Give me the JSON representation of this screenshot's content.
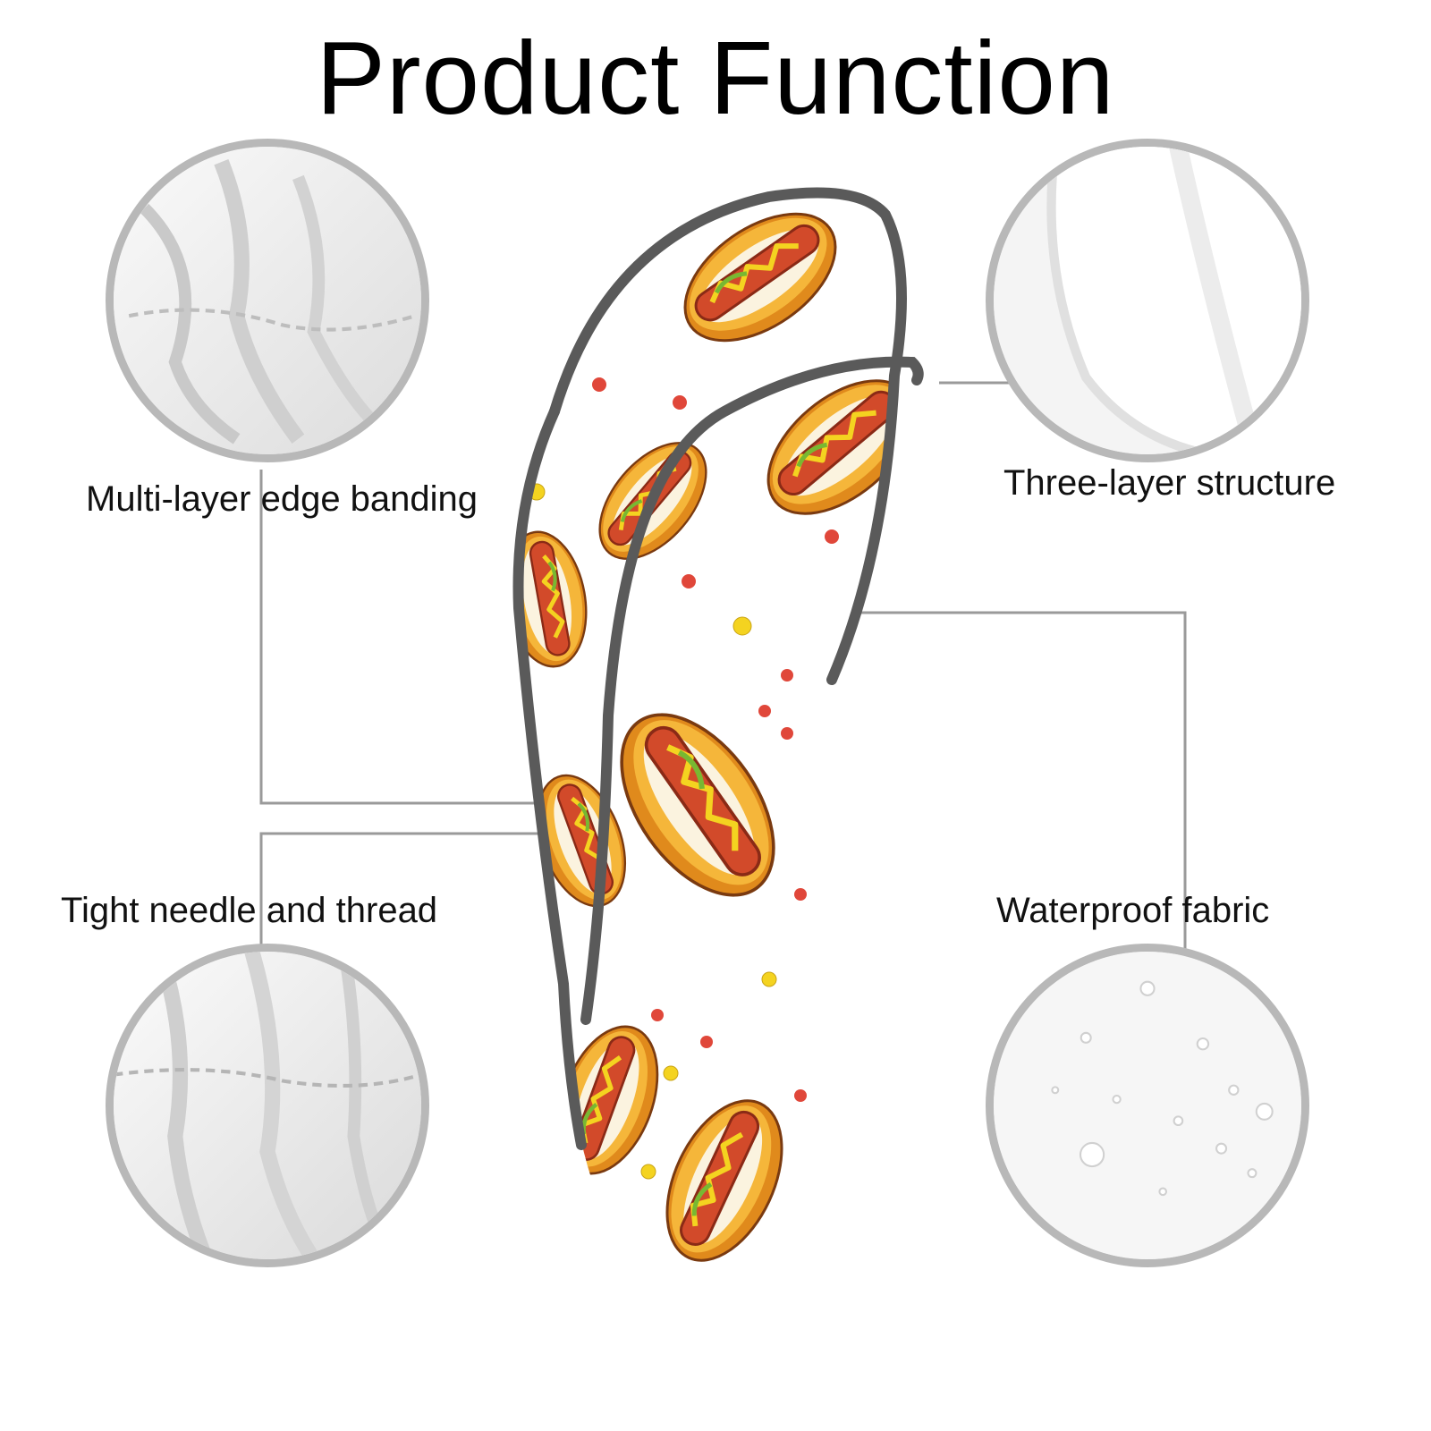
{
  "title": "Product Function",
  "features": [
    {
      "label": "Multi-layer edge banding"
    },
    {
      "label": "Three-layer structure"
    },
    {
      "label": "Tight needle and thread"
    },
    {
      "label": "Waterproof fabric"
    }
  ],
  "colors": {
    "circle_border": "#b8b8b8",
    "connector": "#9a9a9a",
    "edge_band": "#5a5a5a",
    "bun": "#f2a531",
    "sausage": "#d9482b",
    "mustard": "#f4d320",
    "relish": "#78b832"
  },
  "icons": {
    "top_left": "fabric-wrinkle-detail-image",
    "top_right": "layered-edge-detail-image",
    "bottom_left": "stitch-detail-image",
    "bottom_right": "water-droplets-detail-image",
    "center": "hotdog-headcover-product-image"
  }
}
